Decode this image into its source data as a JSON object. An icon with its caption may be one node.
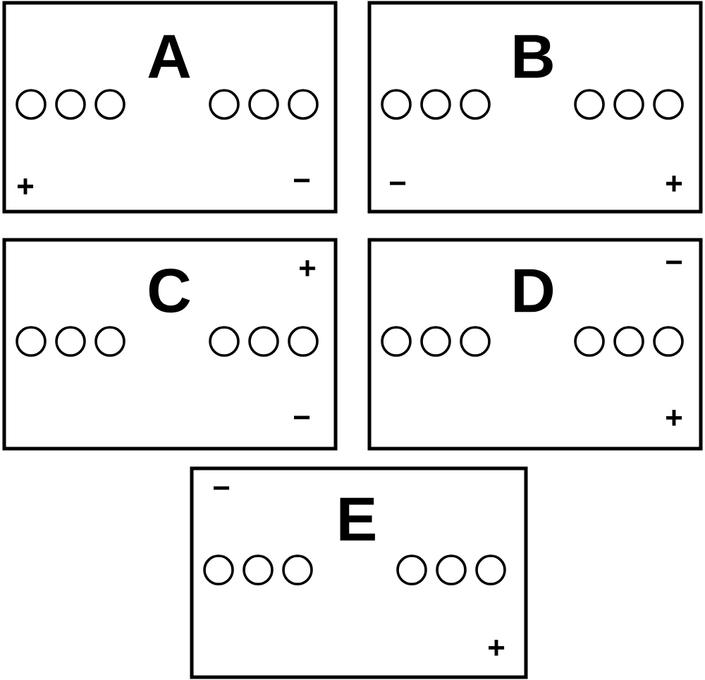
{
  "diagram": {
    "nodes": [
      {
        "text": [
          "A",
          "+",
          "−"
        ]
      },
      {
        "text": [
          "B",
          "−",
          "+"
        ]
      },
      {
        "text": [
          "C",
          "+",
          "−"
        ]
      },
      {
        "text": [
          "D",
          "−",
          "+"
        ]
      },
      {
        "text": [
          "−",
          "E",
          "+"
        ]
      }
    ]
  }
}
